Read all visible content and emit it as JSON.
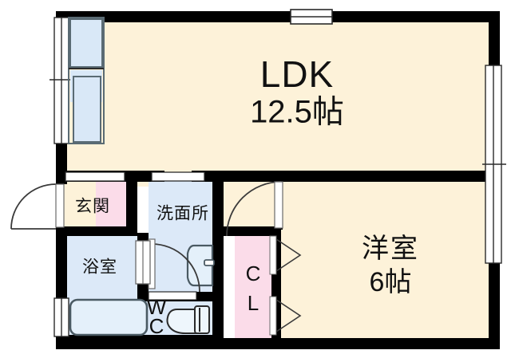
{
  "document": {
    "type": "japanese-floor-plan",
    "title": "間取り図"
  },
  "colors": {
    "wall": "#000000",
    "floor_ldk": "#fdf2d9",
    "floor_room": "#fdf2d9",
    "water_area": "#dce9f8",
    "closet_pink": "#fbdce9",
    "fixture_outline": "#3c4a52",
    "background": "#ffffff",
    "window_glass": "#d9e8f7"
  },
  "rooms": [
    {
      "id": "ldk",
      "name": "LDK",
      "size": "12.5帖",
      "fill": "#fdf2d9"
    },
    {
      "id": "yoshitsu",
      "name": "洋室",
      "size": "6帖",
      "fill": "#fdf2d9"
    },
    {
      "id": "genkan",
      "name": "玄関",
      "size": "",
      "fill": "#fdf2d9"
    },
    {
      "id": "yokushitsu",
      "name": "浴室",
      "size": "",
      "fill": "#dce9f8"
    },
    {
      "id": "senmenjo",
      "name": "洗面所",
      "size": "",
      "fill": "#dce9f8"
    },
    {
      "id": "wc",
      "name_line1": "W",
      "name_line2": "C",
      "fill": "#dce9f8"
    },
    {
      "id": "closet",
      "name_line1": "C",
      "name_line2": "L",
      "fill": "#fbdce9"
    },
    {
      "id": "shoe-box",
      "name": "",
      "fill": "#fbdce9"
    }
  ],
  "labels": {
    "ldk_name": "LDK",
    "ldk_size": "12.5帖",
    "yoshitsu_name": "洋室",
    "yoshitsu_size": "6帖",
    "genkan": "玄関",
    "yokushitsu": "浴室",
    "senmenjo": "洗面所",
    "wc_line1": "W",
    "wc_line2": "C",
    "cl_line1": "C",
    "cl_line2": "L"
  },
  "fixtures": [
    {
      "id": "kitchen-counter",
      "name": "kitchen-counter"
    },
    {
      "id": "kitchen-sink",
      "name": "kitchen-sink"
    },
    {
      "id": "bathtub",
      "name": "bathtub"
    },
    {
      "id": "washbasin",
      "name": "washbasin"
    },
    {
      "id": "toilet",
      "name": "toilet"
    }
  ],
  "openings": [
    {
      "id": "entrance-door",
      "type": "swing-door",
      "name": "entrance-door"
    },
    {
      "id": "bath-door",
      "type": "swing-door",
      "name": "bathroom-door"
    },
    {
      "id": "washroom-door",
      "type": "swing-door",
      "name": "washroom-door"
    },
    {
      "id": "bedroom-door",
      "type": "swing-door",
      "name": "bedroom-door"
    },
    {
      "id": "closet-door-upper",
      "type": "folding-door",
      "name": "closet-folding-door-upper"
    },
    {
      "id": "closet-door-lower",
      "type": "folding-door",
      "name": "closet-folding-door-lower"
    },
    {
      "id": "ldk-window-top",
      "type": "window",
      "name": "ldk-top-window"
    },
    {
      "id": "kitchen-window",
      "type": "window",
      "name": "kitchen-window"
    },
    {
      "id": "bedroom-window",
      "type": "sliding-window",
      "name": "bedroom-window"
    },
    {
      "id": "bath-window",
      "type": "window",
      "name": "bathroom-window"
    },
    {
      "id": "wc-window",
      "type": "window",
      "name": "wc-window"
    },
    {
      "id": "genkan-transom",
      "type": "window",
      "name": "genkan-transom"
    },
    {
      "id": "senmenjo-transom",
      "type": "window",
      "name": "washroom-transom"
    }
  ]
}
